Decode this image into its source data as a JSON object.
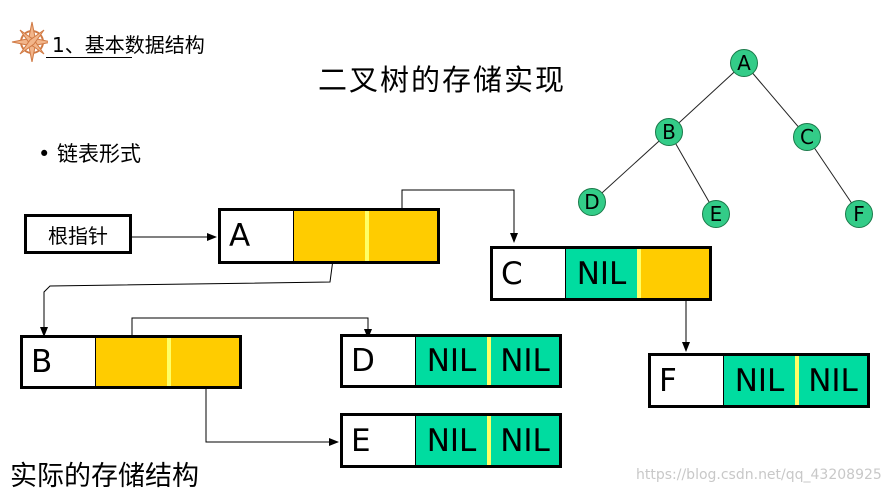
{
  "header": {
    "section_title": "1、基本数据结构",
    "slide_title": "二叉树的存储实现",
    "bullet": "• 链表形式"
  },
  "root_pointer_label": "根指针",
  "storage_nodes": [
    {
      "label": "A",
      "left": "ptr",
      "right": "ptr"
    },
    {
      "label": "B",
      "left": "ptr",
      "right": "ptr"
    },
    {
      "label": "C",
      "left": "NIL",
      "right": "ptr"
    },
    {
      "label": "D",
      "left": "NIL",
      "right": "NIL"
    },
    {
      "label": "E",
      "left": "NIL",
      "right": "NIL"
    },
    {
      "label": "F",
      "left": "NIL",
      "right": "NIL"
    }
  ],
  "tree": {
    "nodes": [
      "A",
      "B",
      "C",
      "D",
      "E",
      "F"
    ],
    "edges": [
      [
        "A",
        "B"
      ],
      [
        "A",
        "C"
      ],
      [
        "B",
        "D"
      ],
      [
        "B",
        "E"
      ],
      [
        "C",
        "F"
      ]
    ]
  },
  "footer_title": "实际的存储结构",
  "watermark": "https://blog.csdn.net/qq_43208925",
  "colors": {
    "pointer_field": "#ffcc00",
    "nil_field": "#00dca0",
    "field_separator": "#ffff66",
    "tree_node": "#33cc88"
  }
}
